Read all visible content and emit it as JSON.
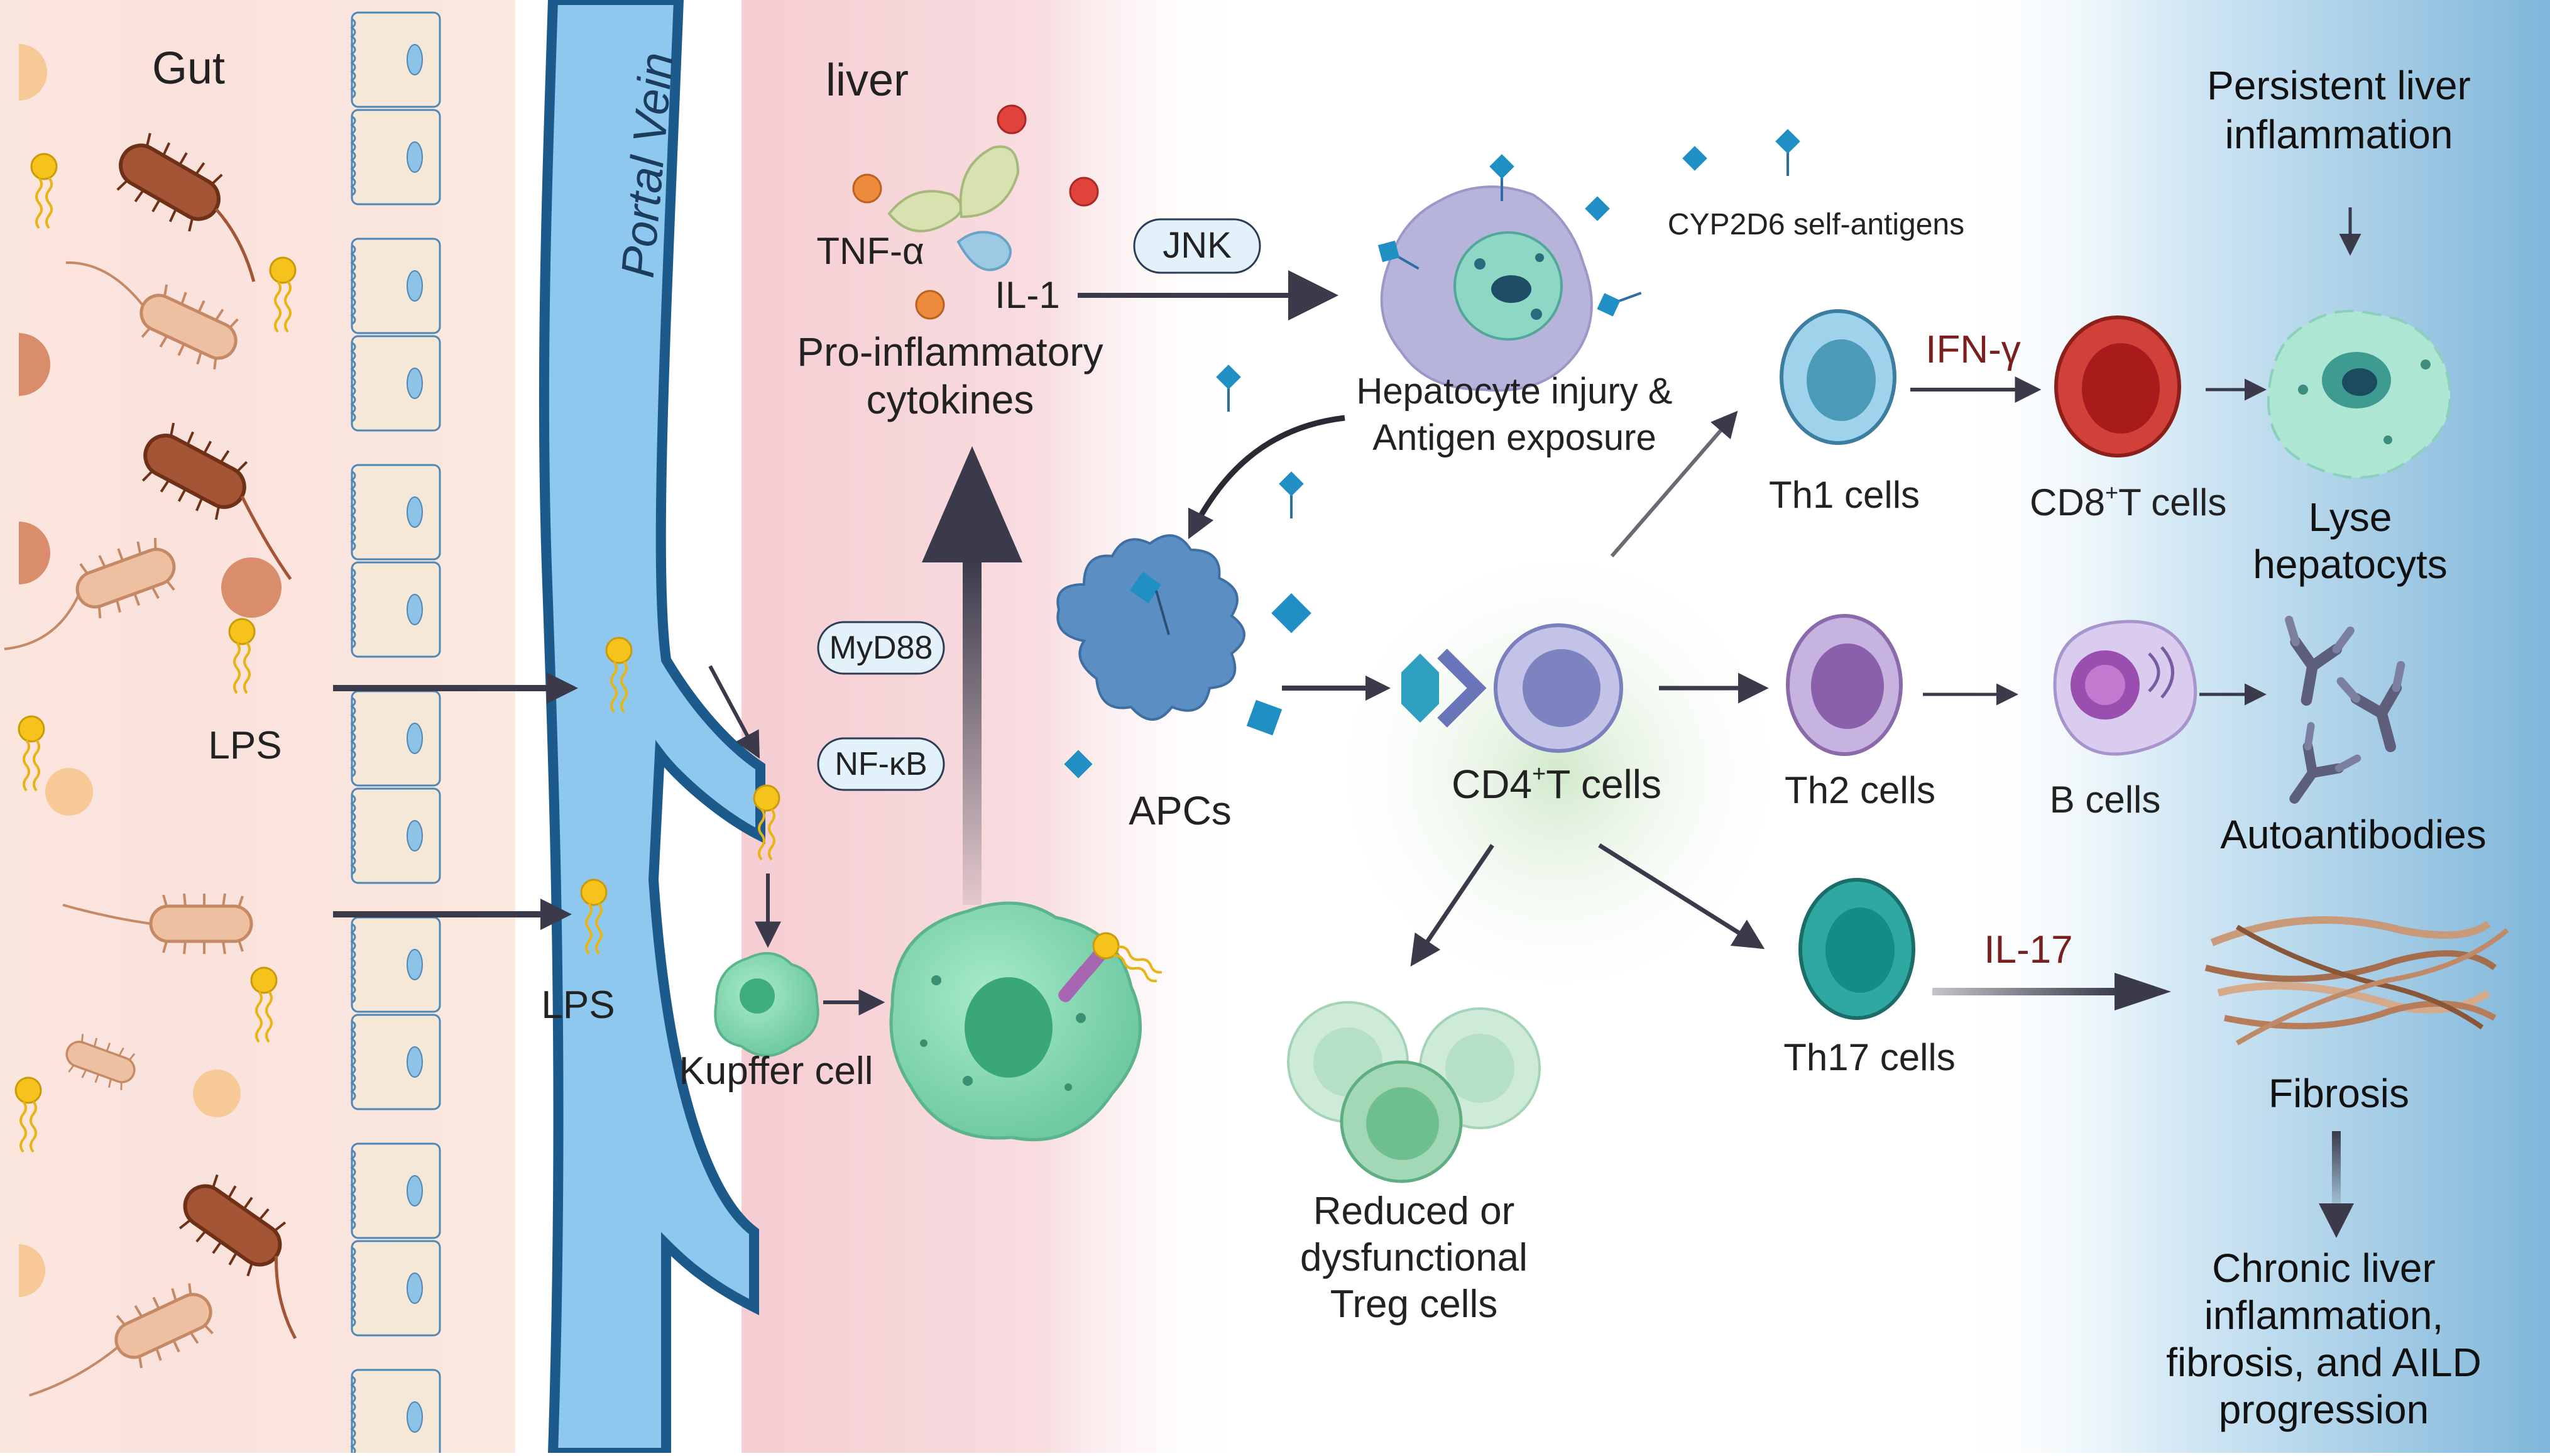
{
  "regions": {
    "gut": "Gut",
    "portal_vein": "Portal Vein",
    "liver": "liver"
  },
  "labels": {
    "lps_top": "LPS",
    "lps_bottom": "LPS",
    "kupffer_cell": "Kupffer cell",
    "tnf_alpha": "TNF-α",
    "il1": "IL-1",
    "cytokines_line1": "Pro-inflammatory",
    "cytokines_line2": "cytokines",
    "jnk": "JNK",
    "myd88": "MyD88",
    "nfkb": "NF-κB",
    "injury_line1": "Hepatocyte injury &",
    "injury_line2": "Antigen exposure",
    "cyp2d6": "CYP2D6 self-antigens",
    "apcs": "APCs",
    "cd4_prefix": "CD4",
    "cd4_sup": "+",
    "cd4_suffix": "T cells",
    "th1": "Th1 cells",
    "th2": "Th2 cells",
    "th17": "Th17 cells",
    "ifn_gamma": "IFN-γ",
    "il17": "IL-17",
    "cd8_prefix": "CD8",
    "cd8_sup": "+",
    "cd8_suffix": "T cells",
    "b_cells": "B cells",
    "persistent_line1": "Persistent liver",
    "persistent_line2": "inflammation",
    "lyse_line1": "Lyse",
    "lyse_line2": "hepatocyts",
    "autoantibodies": "Autoantibodies",
    "fibrosis": "Fibrosis",
    "treg_line1": "Reduced or",
    "treg_line2": "dysfunctional",
    "treg_line3": "Treg cells",
    "chronic_line1": "Chronic liver",
    "chronic_line2": "inflammation,",
    "chronic_line3": "fibrosis, and AILD",
    "chronic_line4": "progression"
  },
  "colors": {
    "vein": "#8ec8ee",
    "vein_edge": "#1d5a8c",
    "liver_bg": "#f6d3d6",
    "gut_bg": "#fbe7df",
    "kupffer": "#88d8b4",
    "th1": "#9fd3ec",
    "th2": "#c7b3df",
    "th17": "#2ea8a0",
    "cd8": "#c9302c",
    "apc": "#5b8fc4",
    "lps": "#f6c21c",
    "arrow": "#3a3a4a",
    "cytokine_red": "#e0423c",
    "cytokine_orange": "#ee8a3e"
  }
}
